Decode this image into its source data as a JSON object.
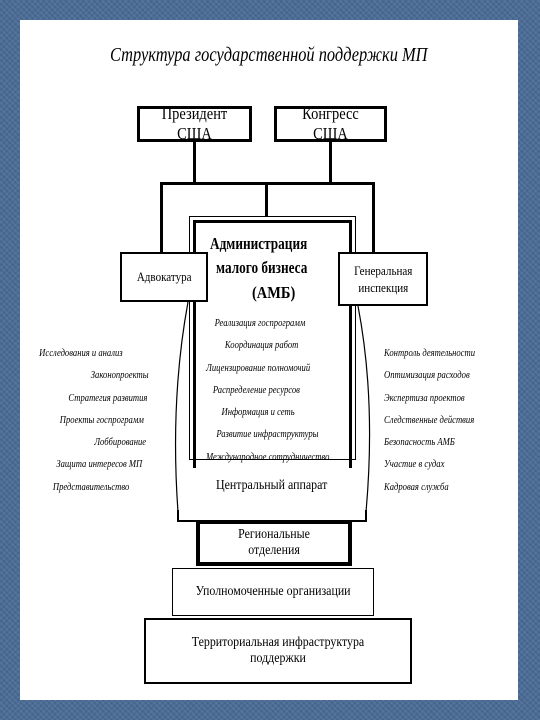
{
  "title": "Структура государственной поддержки МП",
  "top": {
    "president": "Президент США",
    "congress": "Конгресс США"
  },
  "advocacy": "Адвокатура",
  "inspection": [
    "Генеральная",
    "инспекция"
  ],
  "sba": {
    "name": [
      "Администрация",
      "малого бизнеса",
      "(АМБ)"
    ],
    "functions": [
      "Реализация госпрограмм",
      "Координация работ",
      "Лицензирование полномочий",
      "Распределение ресурсов",
      "Информация и сеть",
      "Развитие инфраструктуры",
      "Международное сотрудничество"
    ]
  },
  "left_functions": [
    "Исследования и анализ",
    "Законопроекты",
    "Стратегия развития",
    "Проекты госпрограмм",
    "Лоббирование",
    "Защита интересов МП",
    "Представительство"
  ],
  "right_functions": [
    "Контроль деятельности",
    "Оптимизация расходов",
    "Экспертиза проектов",
    "Следственные действия",
    "Безопасность АМБ",
    "Участие в судах",
    "Кадровая служба"
  ],
  "central_office": "Центральный аппарат",
  "regional": "Региональные отделения",
  "authorized": "Уполномоченные организации",
  "territorial": "Территориальная инфраструктура поддержки"
}
